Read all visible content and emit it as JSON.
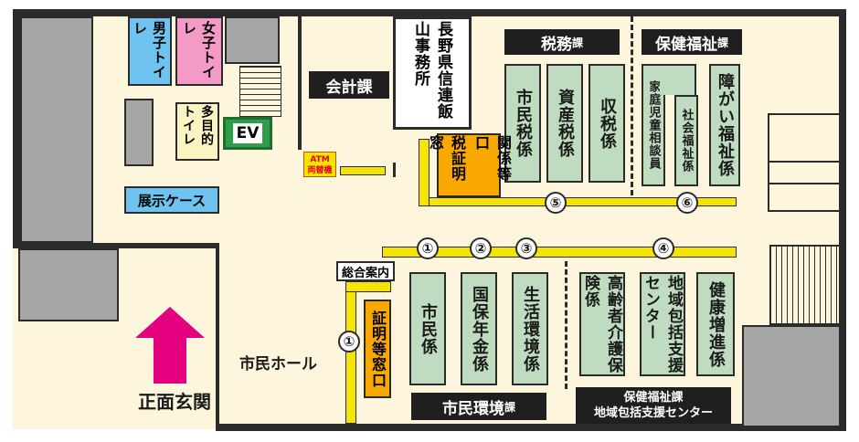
{
  "toilets": {
    "men": "男子トイレ",
    "women": "女子トイレ",
    "multi": "多目的トイレ"
  },
  "ev": "EV",
  "kaikei": "会計課",
  "atm": {
    "line1": "ATM",
    "line2": "両替機"
  },
  "nagano_office": "長野県信連飯山事務所",
  "tenji": "展示ケース",
  "zeimu": {
    "title": "税務",
    "suffix": "課"
  },
  "hoken_title": {
    "title": "保健福祉",
    "suffix": "課"
  },
  "shimin_kankyo": {
    "title": "市民環境",
    "suffix": "課"
  },
  "hoken_bottom": {
    "line1": "保健福祉課",
    "line2": "地域包括支援センター"
  },
  "desks": {
    "shiminzei": "市民税係",
    "shisanzei": "資産税係",
    "shuzei": "収税係",
    "kotei": "家庭児童相談員",
    "shakai": "社会福祉係",
    "shogai": "障がい福祉係",
    "shimin": "市民係",
    "kokuho": "国保年金係",
    "seikatsu": "生活環境係",
    "korei": "高齢者介護保険係",
    "chiiki": "地域包括支援センター",
    "kenko": "健康増進係"
  },
  "zei_window": {
    "col1": "税証明窓",
    "col2": "関係等口"
  },
  "shomei_window": "証明等窓口",
  "sogo": "総合案内",
  "hall": "市民ホール",
  "entrance": "正面玄関",
  "queue_numbers": [
    "①",
    "②",
    "③",
    "④",
    "⑤",
    "⑥",
    "①"
  ]
}
